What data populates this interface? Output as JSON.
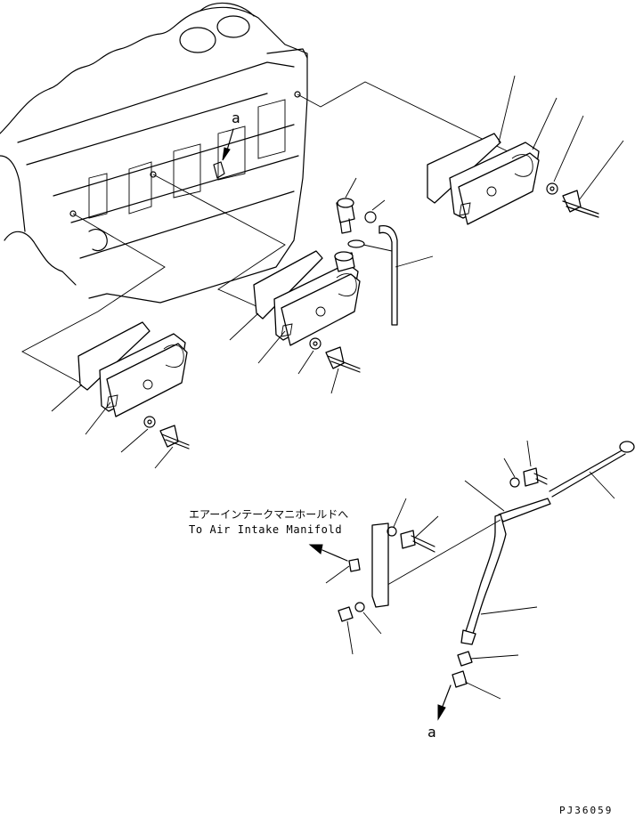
{
  "annotations": {
    "ref_top": "a",
    "ref_bottom": "a",
    "dest_jp": "エアーインテークマニホールドへ",
    "dest_en": "To Air Intake Manifold",
    "drawing_no": "PJ36059"
  }
}
